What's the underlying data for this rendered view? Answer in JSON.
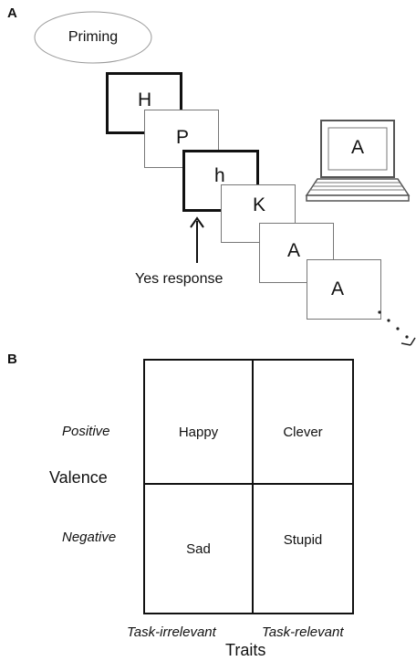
{
  "panel_a": {
    "label": "A",
    "priming_label": "Priming",
    "response_label": "Yes response",
    "laptop_letter": "A",
    "cards": [
      "H",
      "P",
      "h",
      "K",
      "A",
      "A"
    ]
  },
  "panel_b": {
    "label": "B",
    "row_labels": [
      "Positive",
      "Negative"
    ],
    "y_axis_label": "Valence",
    "col_labels": [
      "Task-irrelevant",
      "Task-relevant"
    ],
    "x_axis_label": "Traits",
    "cells": {
      "top_left": "Happy",
      "top_right": "Clever",
      "bottom_left": "Sad",
      "bottom_right": "Stupid"
    }
  }
}
